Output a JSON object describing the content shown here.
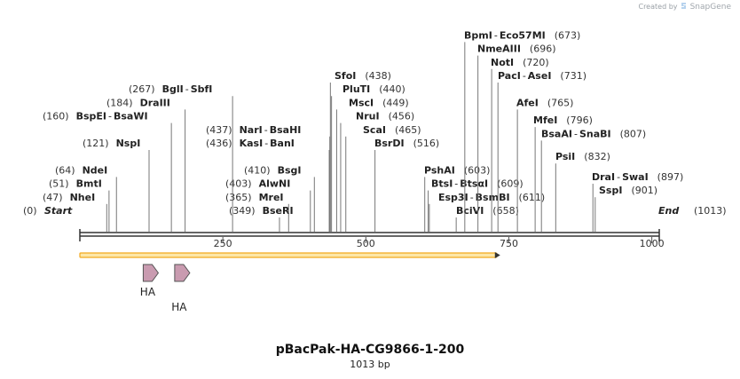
{
  "watermark": {
    "prefix": "Created by",
    "brand": "SnapGene",
    "logo_icon": "snapgene-logo-icon"
  },
  "title": "pBacPak-HA-CG9866-1-200",
  "subtitle": "1013 bp",
  "sequence_length": 1013,
  "ruler": {
    "ticks": [
      250,
      500,
      750,
      1000
    ]
  },
  "ends": {
    "start": {
      "name": "Start",
      "pos": 0,
      "pos_label": "(0)"
    },
    "end": {
      "name": "End",
      "pos": 1013,
      "pos_label": "(1013)"
    }
  },
  "enzymes_left": [
    {
      "names": [
        "BseRI"
      ],
      "pos": 349,
      "pos_label": "(349)"
    },
    {
      "names": [
        "MreI"
      ],
      "pos": 365,
      "pos_label": "(365)"
    },
    {
      "names": [
        "AlwNI"
      ],
      "pos": 403,
      "pos_label": "(403)"
    },
    {
      "names": [
        "BsgI"
      ],
      "pos": 410,
      "pos_label": "(410)"
    },
    {
      "names": [
        "KasI",
        "BanI"
      ],
      "pos": 436,
      "pos_label": "(436)"
    },
    {
      "names": [
        "NarI",
        "BsaHI"
      ],
      "pos": 437,
      "pos_label": "(437)"
    },
    {
      "names": [
        "BglI",
        "SbfI"
      ],
      "pos": 267,
      "pos_label": "(267)"
    },
    {
      "names": [
        "DraIII"
      ],
      "pos": 184,
      "pos_label": "(184)"
    },
    {
      "names": [
        "BspEI",
        "BsaWI"
      ],
      "pos": 160,
      "pos_label": "(160)"
    },
    {
      "names": [
        "NspI"
      ],
      "pos": 121,
      "pos_label": "(121)"
    },
    {
      "names": [
        "NdeI"
      ],
      "pos": 64,
      "pos_label": "(64)"
    },
    {
      "names": [
        "BmtI"
      ],
      "pos": 51,
      "pos_label": "(51)"
    },
    {
      "names": [
        "NheI"
      ],
      "pos": 47,
      "pos_label": "(47)"
    }
  ],
  "enzymes_right": [
    {
      "names": [
        "BsrDI"
      ],
      "pos": 516,
      "pos_label": "(516)"
    },
    {
      "names": [
        "ScaI"
      ],
      "pos": 465,
      "pos_label": "(465)"
    },
    {
      "names": [
        "NruI"
      ],
      "pos": 456,
      "pos_label": "(456)"
    },
    {
      "names": [
        "MscI"
      ],
      "pos": 449,
      "pos_label": "(449)"
    },
    {
      "names": [
        "PluTI"
      ],
      "pos": 440,
      "pos_label": "(440)"
    },
    {
      "names": [
        "SfoI"
      ],
      "pos": 438,
      "pos_label": "(438)"
    },
    {
      "names": [
        "BciVI"
      ],
      "pos": 658,
      "pos_label": "(658)"
    },
    {
      "names": [
        "Esp3I",
        "BsmBI"
      ],
      "pos": 611,
      "pos_label": "(611)"
    },
    {
      "names": [
        "BtsI",
        "BtsαI"
      ],
      "pos": 609,
      "pos_label": "(609)"
    },
    {
      "names": [
        "PshAI"
      ],
      "pos": 603,
      "pos_label": "(603)"
    },
    {
      "names": [
        "BpmI",
        "Eco57MI"
      ],
      "pos": 673,
      "pos_label": "(673)"
    },
    {
      "names": [
        "NmeAIII"
      ],
      "pos": 696,
      "pos_label": "(696)"
    },
    {
      "names": [
        "NotI"
      ],
      "pos": 720,
      "pos_label": "(720)"
    },
    {
      "names": [
        "PacI",
        "AseI"
      ],
      "pos": 731,
      "pos_label": "(731)"
    },
    {
      "names": [
        "AfeI"
      ],
      "pos": 765,
      "pos_label": "(765)"
    },
    {
      "names": [
        "MfeI"
      ],
      "pos": 796,
      "pos_label": "(796)"
    },
    {
      "names": [
        "BsaAI",
        "SnaBI"
      ],
      "pos": 807,
      "pos_label": "(807)"
    },
    {
      "names": [
        "PsiI"
      ],
      "pos": 832,
      "pos_label": "(832)"
    },
    {
      "names": [
        "DraI",
        "SwaI"
      ],
      "pos": 897,
      "pos_label": "(897)"
    },
    {
      "names": [
        "SspI"
      ],
      "pos": 901,
      "pos_label": "(901)"
    }
  ],
  "features": [
    {
      "type": "orf",
      "start": 0,
      "end": 735,
      "color": "#f3a91f",
      "fill": "#fde7a8"
    },
    {
      "type": "tag",
      "name": "HA",
      "start": 117,
      "end": 144,
      "color": "#c99bb0"
    },
    {
      "type": "tag",
      "name": "HA",
      "start": 172,
      "end": 198,
      "color": "#c99bb0"
    }
  ],
  "colors": {
    "backbone": "#333333",
    "ticks": "#555555",
    "enzyme_line": "#777777"
  }
}
